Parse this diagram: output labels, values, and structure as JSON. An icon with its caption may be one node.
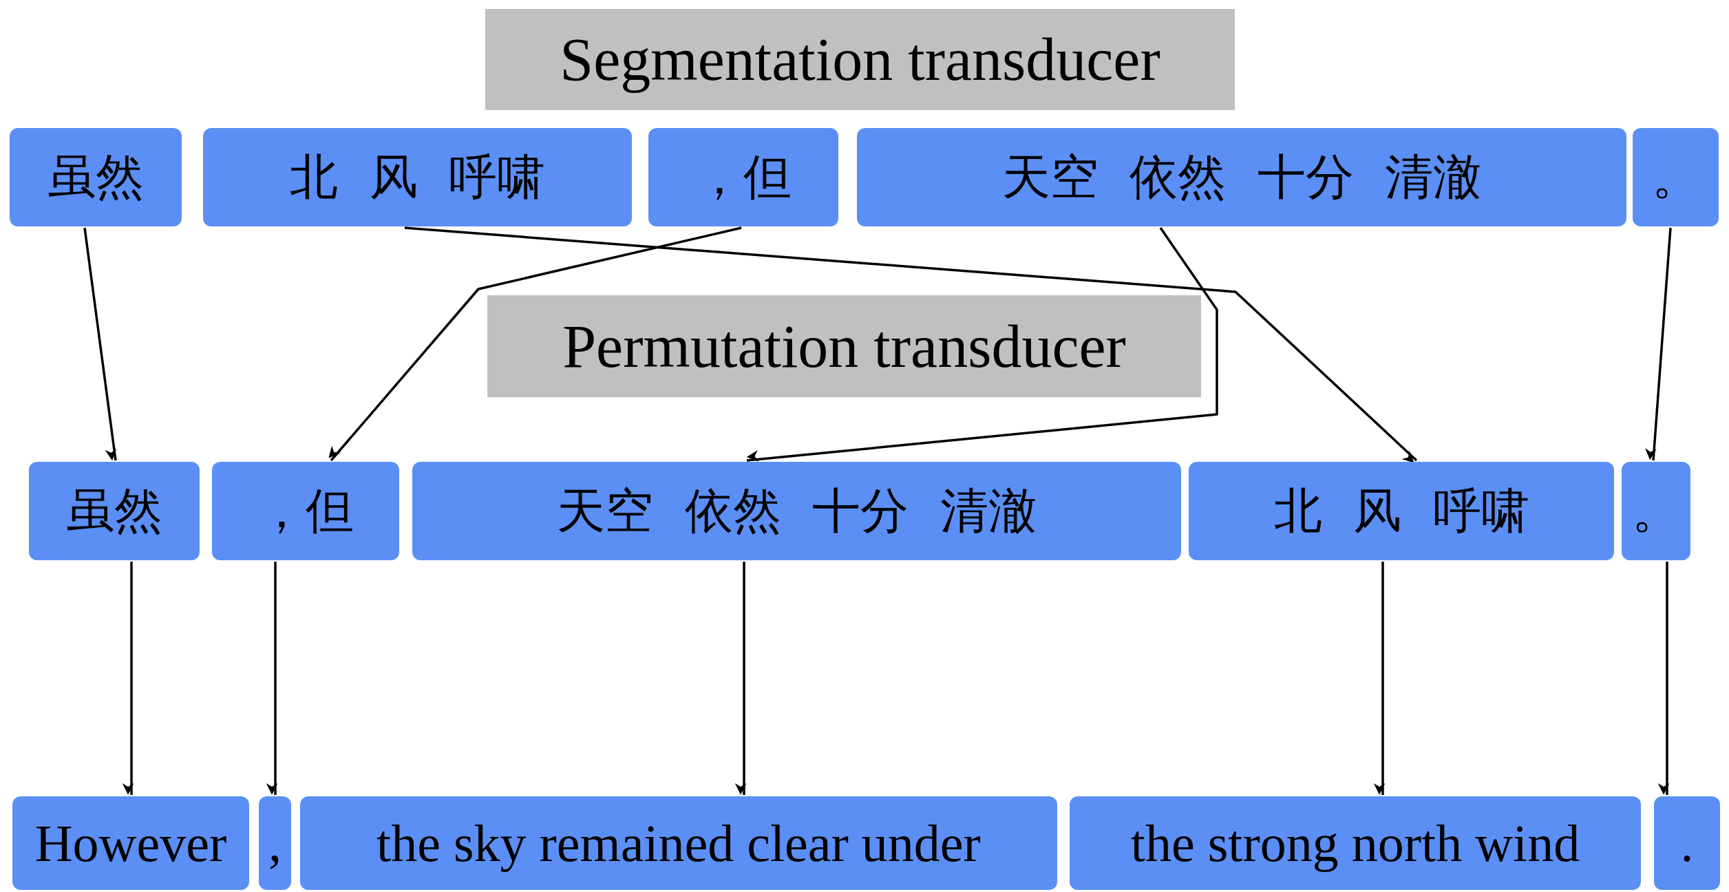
{
  "diagram": {
    "nodes": [
      {
        "text": [
          "Segmentation transducer"
        ]
      },
      {
        "text": [
          "虽然"
        ]
      },
      {
        "text": [
          "北 风 呼啸"
        ]
      },
      {
        "text": [
          "，但"
        ]
      },
      {
        "text": [
          "天空 依然 十分 清澈"
        ]
      },
      {
        "text": [
          "。"
        ]
      },
      {
        "text": [
          "Permutation transducer"
        ]
      },
      {
        "text": [
          "虽然"
        ]
      },
      {
        "text": [
          "，但"
        ]
      },
      {
        "text": [
          "天空 依然 十分 清澈"
        ]
      },
      {
        "text": [
          "北 风 呼啸"
        ]
      },
      {
        "text": [
          "。"
        ]
      },
      {
        "text": [
          "However"
        ]
      },
      {
        "text": [
          ","
        ]
      },
      {
        "text": [
          "the sky remained clear under"
        ]
      },
      {
        "text": [
          "the strong north wind"
        ]
      },
      {
        "text": [
          "."
        ]
      }
    ],
    "edges": [
      {
        "from": 1,
        "to": 7,
        "arrow": "to"
      },
      {
        "from": 2,
        "to": 10,
        "arrow": "to"
      },
      {
        "from": 3,
        "to": 8,
        "arrow": "to"
      },
      {
        "from": 4,
        "to": 9,
        "arrow": "to"
      },
      {
        "from": 5,
        "to": 11,
        "arrow": "to"
      },
      {
        "from": 7,
        "to": 12,
        "arrow": "to"
      },
      {
        "from": 8,
        "to": 13,
        "arrow": "to"
      },
      {
        "from": 9,
        "to": 14,
        "arrow": "to"
      },
      {
        "from": 10,
        "to": 15,
        "arrow": "to"
      },
      {
        "from": 11,
        "to": 16,
        "arrow": "to"
      }
    ]
  }
}
